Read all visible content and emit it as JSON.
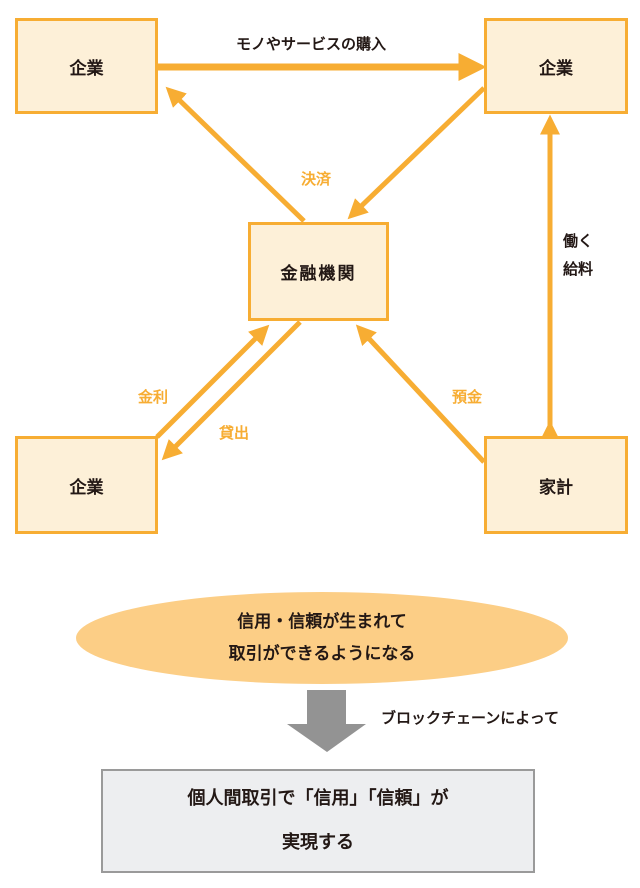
{
  "nodes": {
    "company_top_left": "企業",
    "company_top_right": "企業",
    "financial_institution": "金融機関",
    "company_bottom_left": "企業",
    "household": "家計"
  },
  "edge_labels": {
    "purchase": "モノやサービスの購入",
    "settlement": "決済",
    "work": "働く",
    "salary": "給料",
    "interest": "金利",
    "loan": "貸出",
    "deposit": "預金"
  },
  "ellipse": {
    "line1": "信用・信頼が生まれて",
    "line2": "取引ができるようになる"
  },
  "transition_label": "ブロックチェーンによって",
  "result": {
    "line1": "個人間取引で「信用」「信頼」が",
    "line2": "実現する"
  },
  "colors": {
    "accent": "#f7ad33",
    "box_fill": "#fdf0d8",
    "ellipse_fill": "#fcce86",
    "gray_arrow": "#939393",
    "result_fill": "#edeef0"
  }
}
